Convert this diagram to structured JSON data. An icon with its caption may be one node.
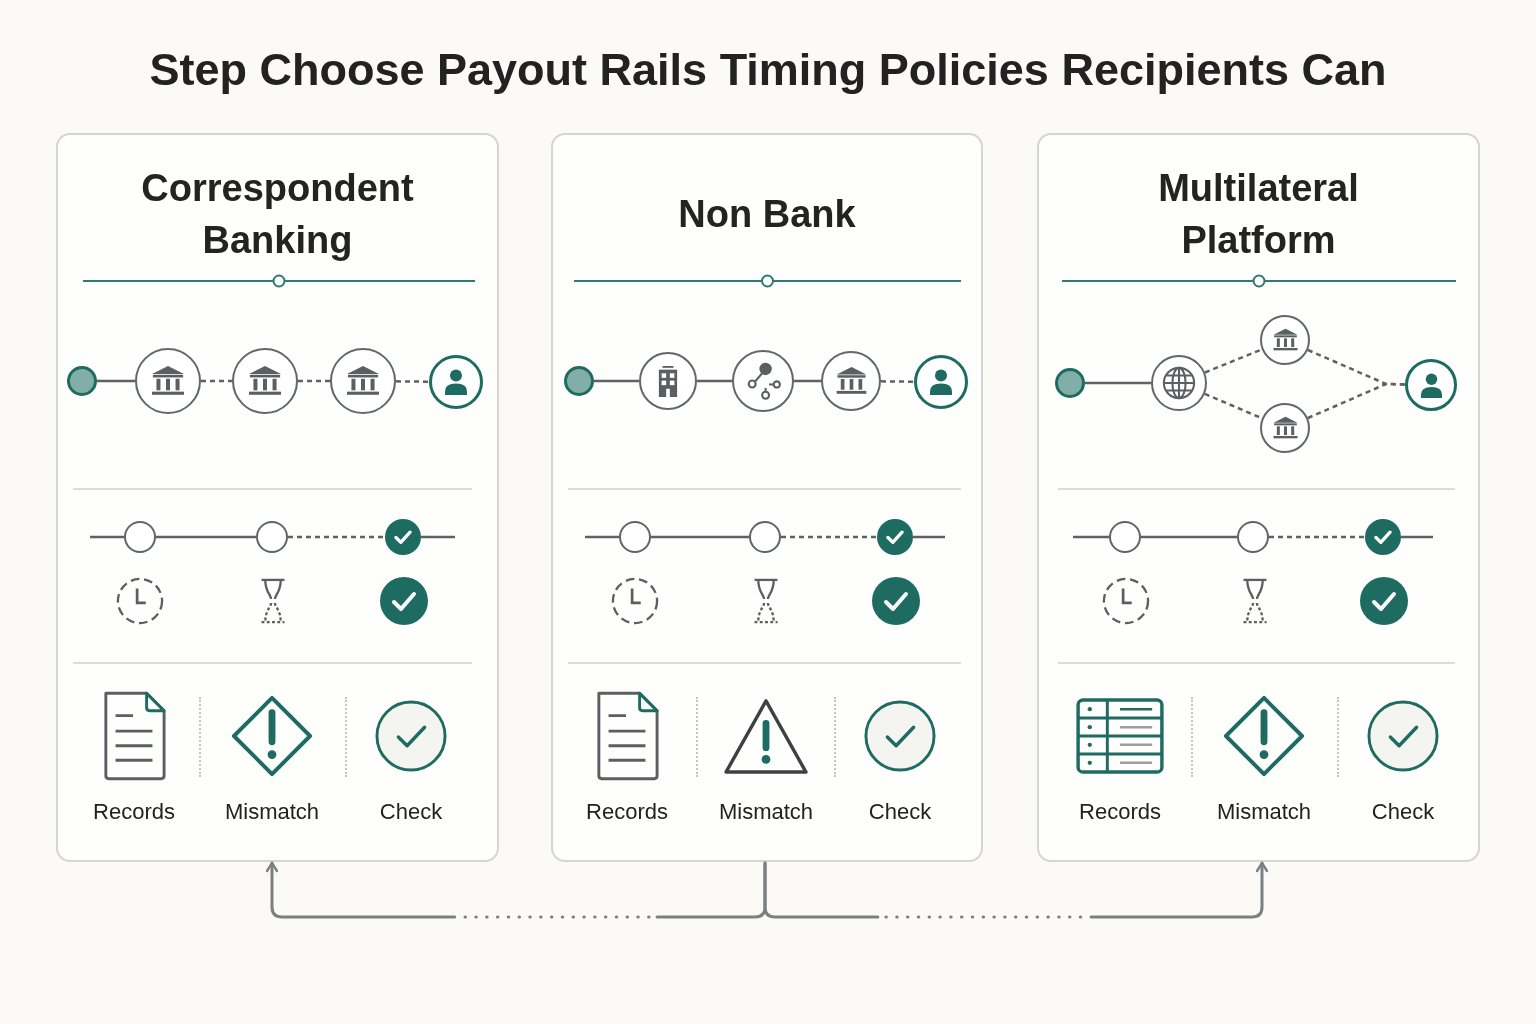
{
  "diagram": {
    "title": "Step Choose Payout Rails Timing Policies Recipients Can",
    "nodes": [
      {
        "text": [
          "Correspondent Banking"
        ]
      },
      {
        "text": [],
        "shape": "circle",
        "in": 0
      },
      {
        "text": [],
        "shape": "circle",
        "in": 0
      },
      {
        "text": [],
        "shape": "circle",
        "in": 0
      },
      {
        "text": [],
        "shape": "circle",
        "in": 0
      },
      {
        "text": [],
        "shape": "circle",
        "in": 0
      },
      {
        "text": [],
        "shape": "circle",
        "in": 0
      },
      {
        "text": [],
        "shape": "circle",
        "in": 0
      },
      {
        "text": [],
        "shape": "circle",
        "in": 0
      },
      {
        "text": [
          "Non Bank"
        ]
      },
      {
        "text": [],
        "shape": "circle",
        "in": 9
      },
      {
        "text": [],
        "shape": "circle",
        "in": 9
      },
      {
        "text": [],
        "shape": "circle",
        "in": 9
      },
      {
        "text": [],
        "shape": "circle",
        "in": 9
      },
      {
        "text": [],
        "shape": "circle",
        "in": 9
      },
      {
        "text": [],
        "shape": "circle",
        "in": 9
      },
      {
        "text": [],
        "shape": "circle",
        "in": 9
      },
      {
        "text": [],
        "shape": "circle",
        "in": 9
      },
      {
        "text": [
          "Multilateral Platform"
        ]
      },
      {
        "text": [],
        "shape": "circle",
        "in": 18
      },
      {
        "text": [],
        "shape": "circle",
        "in": 18
      },
      {
        "text": [],
        "shape": "circle",
        "in": 18
      },
      {
        "text": [],
        "shape": "circle",
        "in": 18
      },
      {
        "text": [],
        "shape": "circle",
        "in": 18
      },
      {
        "text": [],
        "shape": "circle",
        "in": 18
      },
      {
        "text": [],
        "shape": "circle",
        "in": 18
      },
      {
        "text": [],
        "shape": "circle",
        "in": 18
      }
    ],
    "edges": [
      {
        "from": 1,
        "to": 2,
        "arrow": "none"
      },
      {
        "from": 2,
        "to": 3,
        "arrow": "none",
        "style": "dashed"
      },
      {
        "from": 3,
        "to": 4,
        "arrow": "none",
        "style": "dashed"
      },
      {
        "from": 4,
        "to": 5,
        "arrow": "none",
        "style": "dashed"
      },
      {
        "from": null,
        "to": 6,
        "arrow": "none"
      },
      {
        "from": 6,
        "to": 7,
        "arrow": "none"
      },
      {
        "from": 7,
        "to": 8,
        "arrow": "none",
        "style": "dashed"
      },
      {
        "from": 8,
        "to": null,
        "arrow": "none"
      },
      {
        "from": 10,
        "to": 11,
        "arrow": "none"
      },
      {
        "from": 11,
        "to": 12,
        "arrow": "none"
      },
      {
        "from": 12,
        "to": 13,
        "arrow": "none"
      },
      {
        "from": 13,
        "to": 14,
        "arrow": "none",
        "style": "dashed"
      },
      {
        "from": null,
        "to": 15,
        "arrow": "none"
      },
      {
        "from": 15,
        "to": 16,
        "arrow": "none"
      },
      {
        "from": 16,
        "to": 17,
        "arrow": "none",
        "style": "dashed"
      },
      {
        "from": 17,
        "to": null,
        "arrow": "none"
      },
      {
        "from": 19,
        "to": 20,
        "arrow": "none"
      },
      {
        "from": 20,
        "to": 21,
        "arrow": "none",
        "style": "dashed"
      },
      {
        "from": 20,
        "to": 22,
        "arrow": "none",
        "style": "dashed"
      },
      {
        "from": 21,
        "to": 23,
        "arrow": "none",
        "style": "dashed"
      },
      {
        "from": 22,
        "to": 23,
        "arrow": "none",
        "style": "dashed"
      },
      {
        "from": null,
        "to": 24,
        "arrow": "none"
      },
      {
        "from": 24,
        "to": 25,
        "arrow": "none"
      },
      {
        "from": 25,
        "to": 26,
        "arrow": "none",
        "style": "dashed"
      },
      {
        "from": 26,
        "to": null,
        "arrow": "none"
      },
      {
        "from": 9,
        "to": 0,
        "arrow": "to",
        "style": "dashed",
        "color": "#7b8083"
      },
      {
        "from": 9,
        "to": 18,
        "arrow": "to",
        "style": "dashed",
        "color": "#7b8083"
      }
    ],
    "labels": [
      "Records",
      "Mismatch",
      "Check",
      "Records",
      "Mismatch",
      "Check",
      "Records",
      "Mismatch",
      "Check"
    ]
  }
}
